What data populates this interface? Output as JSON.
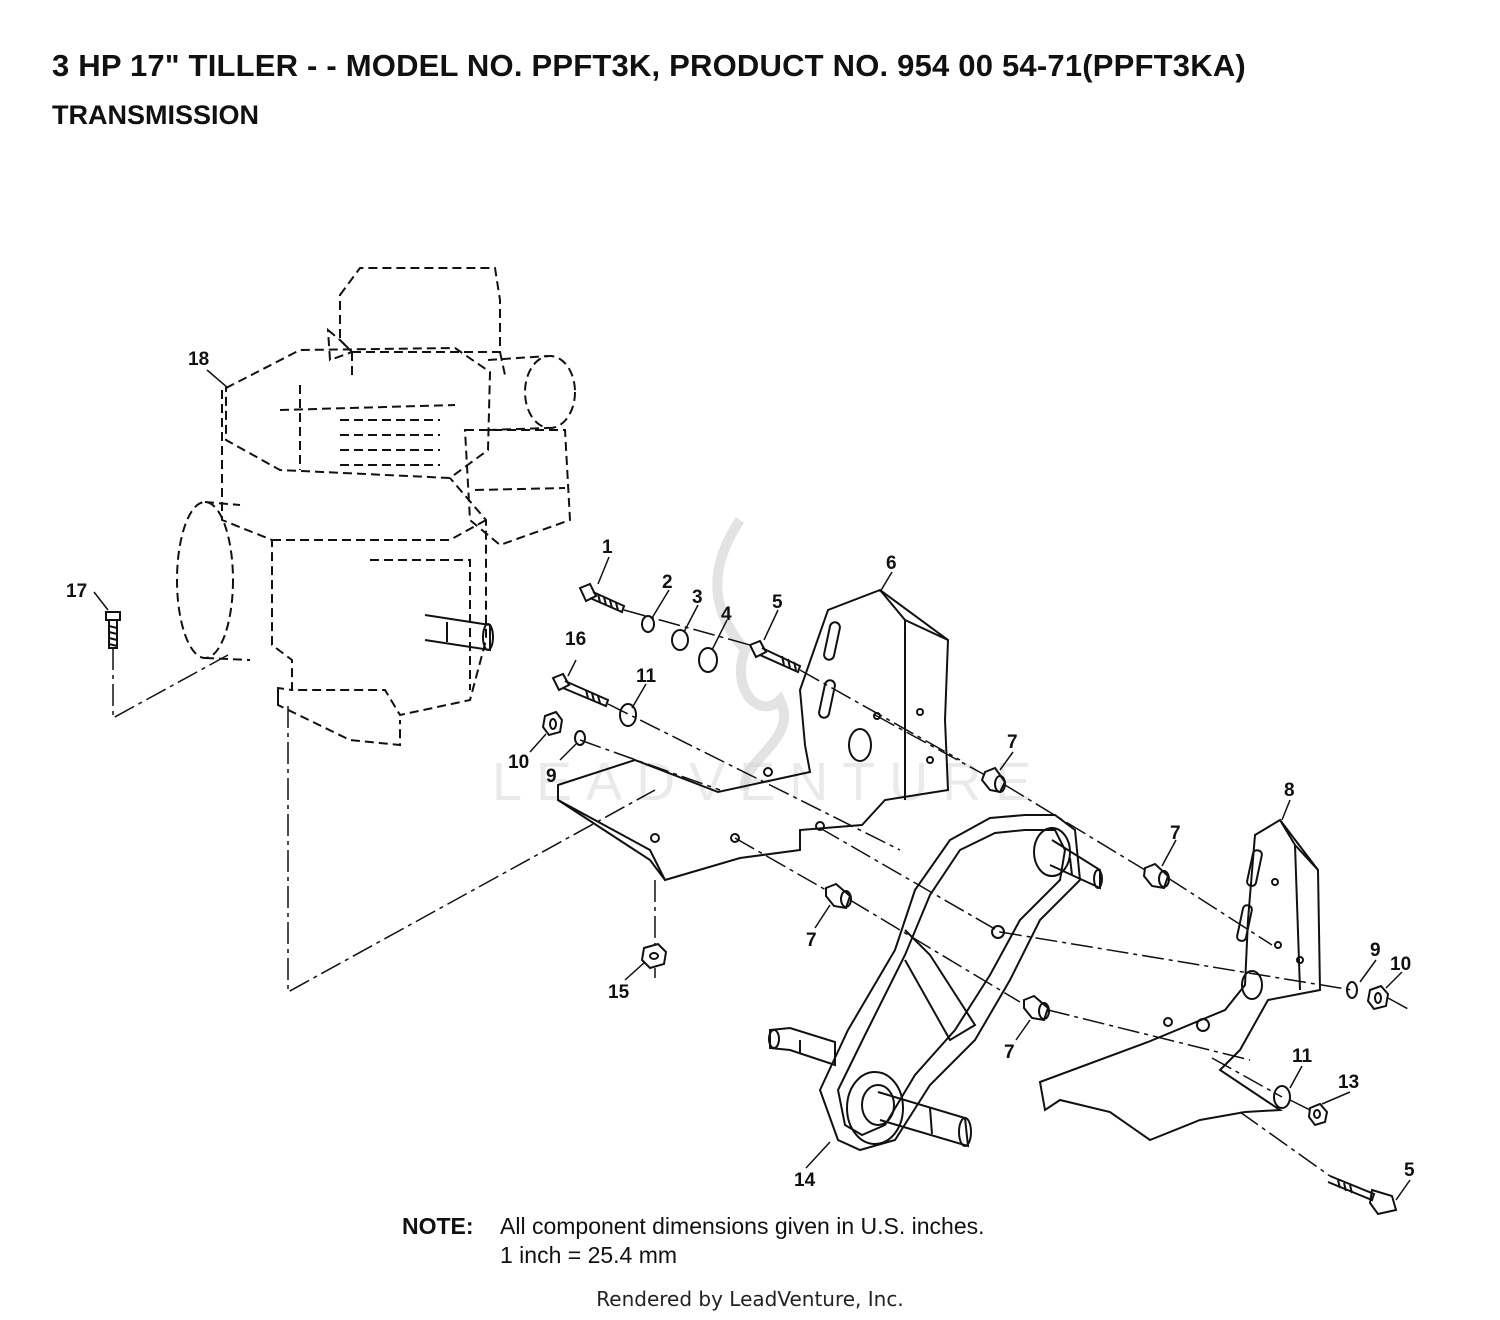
{
  "header": {
    "title": "3 HP 17\" TILLER - - MODEL NO. PPFT3K, PRODUCT NO. 954 00 54-71(PPFT3KA)",
    "subtitle": "TRANSMISSION"
  },
  "callouts": [
    {
      "id": "c1",
      "label": "1"
    },
    {
      "id": "c2",
      "label": "2"
    },
    {
      "id": "c3",
      "label": "3"
    },
    {
      "id": "c4",
      "label": "4"
    },
    {
      "id": "c5a",
      "label": "5"
    },
    {
      "id": "c6",
      "label": "6"
    },
    {
      "id": "c7a",
      "label": "7"
    },
    {
      "id": "c7b",
      "label": "7"
    },
    {
      "id": "c7c",
      "label": "7"
    },
    {
      "id": "c7d",
      "label": "7"
    },
    {
      "id": "c8",
      "label": "8"
    },
    {
      "id": "c9a",
      "label": "9"
    },
    {
      "id": "c9b",
      "label": "9"
    },
    {
      "id": "c10a",
      "label": "10"
    },
    {
      "id": "c10b",
      "label": "10"
    },
    {
      "id": "c11a",
      "label": "11"
    },
    {
      "id": "c11b",
      "label": "11"
    },
    {
      "id": "c13",
      "label": "13"
    },
    {
      "id": "c14",
      "label": "14"
    },
    {
      "id": "c15",
      "label": "15"
    },
    {
      "id": "c16",
      "label": "16"
    },
    {
      "id": "c17",
      "label": "17"
    },
    {
      "id": "c18",
      "label": "18"
    },
    {
      "id": "c5b",
      "label": "5"
    }
  ],
  "watermark": "LEADVENTURE",
  "note": {
    "label": "NOTE:",
    "line1": "All component dimensions given in U.S. inches.",
    "line2": "1 inch = 25.4 mm"
  },
  "footer": "Rendered by LeadVenture, Inc."
}
